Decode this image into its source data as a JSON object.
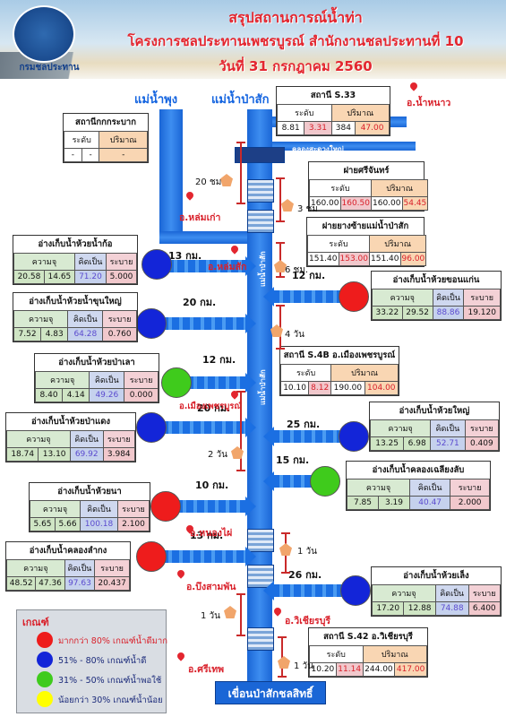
{
  "header": {
    "line1": "สรุปสถานการณ์น้ำท่า",
    "line2": "โครงการชลประทานเพชรบูรณ์ สำนักงานชลประทานที่ 10",
    "line3": "วันที่  31  กรกฎาคม 2560",
    "logo_text": "กรมชลประทาน"
  },
  "rivers": {
    "main": "แม่น้ำป่าสัก",
    "phung": "แม่น้ำพุง"
  },
  "stations": {
    "kkrabak": {
      "title": "สถานีกกกระบาก",
      "col1": "ระดับ",
      "col2": "ปริมาณ",
      "v1": "-",
      "v2": "-",
      "v3": "-"
    },
    "s33": {
      "title": "สถานี S.33",
      "col1": "ระดับ",
      "col2": "ปริมาณ",
      "v1": "8.81",
      "v2": "3.31",
      "v3": "384",
      "v4": "47.00"
    },
    "srichan": {
      "title": "ฝายศรีจันทร์",
      "col1": "ระดับ",
      "col2": "ปริมาณ",
      "v1": "160.00",
      "v2": "160.50",
      "v3": "160.00",
      "v4": "54.45"
    },
    "fai_pasak": {
      "title": "ฝายยางซ้ายแม่น้ำป่าสัก",
      "col1": "ระดับ",
      "col2": "ปริมาณ",
      "v1": "151.40",
      "v2": "153.00",
      "v3": "151.40",
      "v4": "96.00"
    },
    "s4b": {
      "title": "สถานี S.4B อ.เมืองเพชรบูรณ์",
      "col1": "ระดับ",
      "col2": "ปริมาณ",
      "v1": "10.10",
      "v2": "8.12",
      "v3": "190.00",
      "v4": "104.00"
    },
    "s42": {
      "title": "สถานี S.42 อ.วิเชียรบุรี",
      "col1": "ระดับ",
      "col2": "ปริมาณ",
      "v1": "10.20",
      "v2": "11.14",
      "v3": "244.00",
      "v4": "417.00"
    }
  },
  "reservoir_cols": {
    "cap": "ความจุ",
    "pct": "คิดเป็น",
    "out": "ระบาย"
  },
  "reservoirs": {
    "hua_ko": {
      "title": "อ่างเก็บน้ำห้วยน้ำก้อ",
      "cap": "20.58",
      "vol": "14.65",
      "pct": "71.20",
      "out": "5.000",
      "dist": "13 กม."
    },
    "khun_yai": {
      "title": "อ่างเก็บน้ำห้วยน้ำขุนใหญ่",
      "cap": "7.52",
      "vol": "4.83",
      "pct": "64.28",
      "out": "0.760",
      "dist": "20 กม."
    },
    "pa_lao": {
      "title": "อ่างเก็บน้ำห้วยป่าเลา",
      "cap": "8.40",
      "vol": "4.14",
      "pct": "49.26",
      "out": "0.000",
      "dist": "12 กม."
    },
    "pa_daeng": {
      "title": "อ่างเก็บน้ำห้วยป่าแดง",
      "cap": "18.74",
      "vol": "13.10",
      "pct": "69.92",
      "out": "3.984",
      "dist": "20 กม."
    },
    "huai_na": {
      "title": "อ่างเก็บน้ำห้วยนา",
      "cap": "5.65",
      "vol": "5.66",
      "pct": "100.18",
      "out": "2.100",
      "dist": "10 กม."
    },
    "lam_kong": {
      "title": "อ่างเก็บน้ำคลองลำกง",
      "cap": "48.52",
      "vol": "47.36",
      "pct": "97.63",
      "out": "20.437",
      "dist": "13 กม."
    },
    "khon_kaen": {
      "title": "อ่างเก็บน้ำห้วยขอนแก่น",
      "cap": "33.22",
      "vol": "29.52",
      "pct": "88.86",
      "out": "19.120",
      "dist": "12 กม."
    },
    "huai_yai": {
      "title": "อ่างเก็บน้ำห้วยใหญ่",
      "cap": "13.25",
      "vol": "6.98",
      "pct": "52.71",
      "out": "0.409",
      "dist": "25 กม."
    },
    "liang_lap": {
      "title": "อ่างเก็บน้ำคลองเฉลียงลับ",
      "cap": "7.85",
      "vol": "3.19",
      "pct": "40.47",
      "out": "2.000",
      "dist": "15 กม."
    },
    "huai_leng": {
      "title": "อ่างเก็บน้ำห้วยเล็ง",
      "cap": "17.20",
      "vol": "12.88",
      "pct": "74.88",
      "out": "6.400",
      "dist": "26 กม."
    }
  },
  "places": {
    "nam_nao": "อ.น้ำหนาว",
    "lom_kao": "อ.หล่มเก่า",
    "lom_sak": "อ.หล่มสัก",
    "mueang": "อ.เมืองเพชรบูรณ์",
    "nong_phai": "อ.หนองไผ่",
    "bueng_sam_phan": "อ.บึงสามพัน",
    "wichian_buri": "อ.วิเชียรบุรี",
    "si_thep": "อ.ศรีเทพ"
  },
  "travel": {
    "t20km": "20 ชม",
    "t3h": "3 ชม",
    "t6h": "6 ชม.",
    "t4d": "4 วัน",
    "t2d": "2 วัน",
    "t1d_a": "1 วัน",
    "t1d_b": "1 วัน",
    "t1d_c": "1 วัน"
  },
  "labels": {
    "khlong": "คลองสะดวงใหญ่",
    "pasak_vertical": "แม่น้ำป่าสัก",
    "dam": "เขื่อนป่าสักชลสิทธิ์"
  },
  "legend": {
    "title": "เกณฑ์",
    "r1": "มากกว่า 80% เกณฑ์น้ำดีมาก",
    "r2": "51% - 80% เกณฑ์น้ำดี",
    "r3": "31% - 50% เกณฑ์น้ำพอใช้",
    "r4": "น้อยกว่า 30% เกณฑ์น้ำน้อย",
    "colors": {
      "red": "#ee1c1c",
      "blue": "#1325d8",
      "green": "#3fcb1c",
      "yellow": "#ffff00"
    }
  }
}
